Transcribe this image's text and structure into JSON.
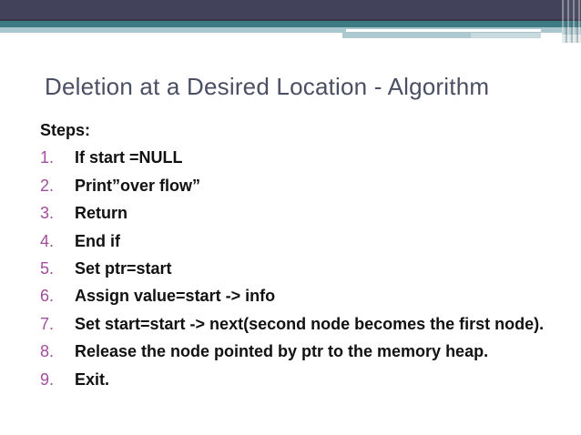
{
  "title": "Deletion at a Desired Location - Algorithm",
  "steps_heading": "Steps:",
  "steps": [
    {
      "number": "1.",
      "text": "If start =NULL"
    },
    {
      "number": "2.",
      "text": "Print”over flow”"
    },
    {
      "number": "3.",
      "text": "Return"
    },
    {
      "number": "4.",
      "text": "End if"
    },
    {
      "number": "5.",
      "text": "Set ptr=start"
    },
    {
      "number": "6.",
      "text": "Assign value=start -> info"
    },
    {
      "number": "7.",
      "text": "Set start=start -> next(second node becomes the first node)."
    },
    {
      "number": "8.",
      "text": "Release the node pointed by ptr to the memory heap."
    },
    {
      "number": "9.",
      "text": "Exit."
    }
  ],
  "theme": {
    "title_color": "#4a4f63",
    "body_text_color": "#111111",
    "number_color": "#a14f9d",
    "band_dark": "#42435a",
    "band_navy_line": "#343548",
    "band_teal": "#3d7a84",
    "band_pale_teal": "#a9c7cc",
    "accent_white_line": "#ffffff"
  }
}
